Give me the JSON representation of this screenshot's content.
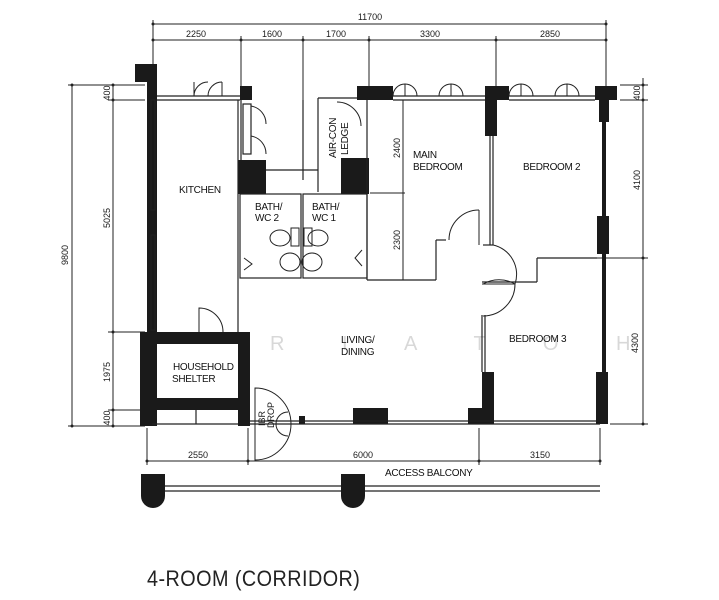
{
  "plan": {
    "caption": "4-ROOM (CORRIDOR)",
    "watermark": "R I A T O H",
    "colors": {
      "wall": "#1a1a1a",
      "line": "#222222",
      "background": "#ffffff",
      "watermark": "#d8d8d8"
    },
    "dimensions": {
      "top_total": "11700",
      "top_segments": [
        "2250",
        "1600",
        "1700",
        "3300",
        "2850"
      ],
      "bottom_segments": [
        "2550",
        "6000",
        "3150"
      ],
      "left_total": "9800",
      "left_segments": [
        "400",
        "5025",
        "1975",
        "400"
      ],
      "right_segments": [
        "400",
        "4100",
        "4300"
      ],
      "interior": [
        "2400",
        "2300"
      ]
    },
    "rooms": {
      "kitchen": "KITCHEN",
      "bath2_line1": "BATH/",
      "bath2_line2": "WC 2",
      "bath1_line1": "BATH/",
      "bath1_line2": "WC 1",
      "aircon_line1": "AIR-CON",
      "aircon_line2": "LEDGE",
      "main_bedroom_line1": "MAIN",
      "main_bedroom_line2": "BEDROOM",
      "bedroom2": "BEDROOM 2",
      "bedroom3": "BEDROOM 3",
      "living_line1": "LIVING/",
      "living_line2": "DINING",
      "shelter_line1": "HOUSEHOLD",
      "shelter_line2": "SHELTER",
      "refuse_line1": "IBR",
      "refuse_line2": "DROP",
      "access_balcony": "ACCESS BALCONY"
    }
  }
}
